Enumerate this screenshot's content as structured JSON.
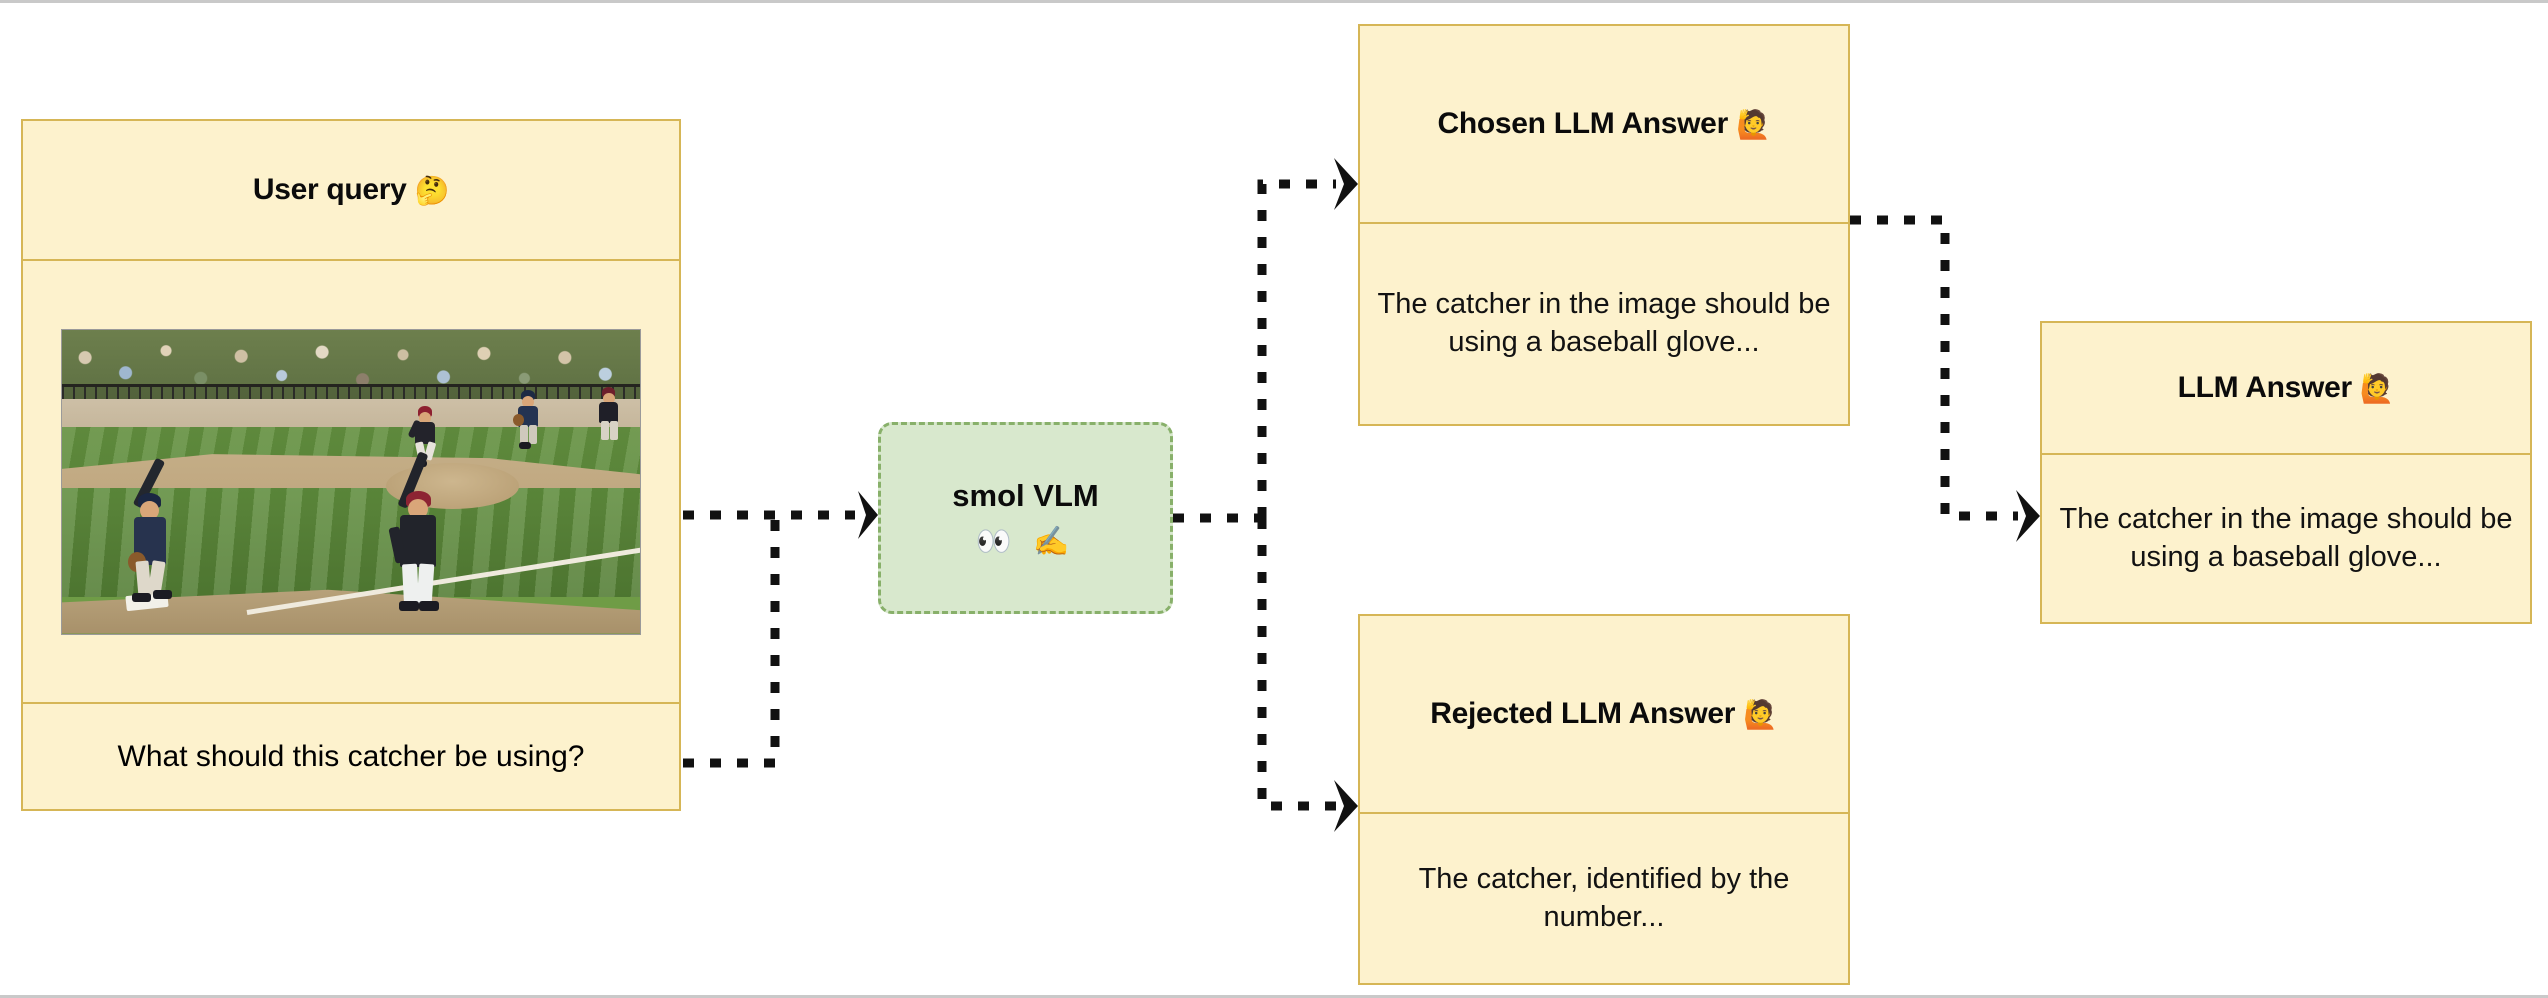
{
  "diagram": {
    "title": "VLM preference-pair generation flow",
    "colors": {
      "node_fill": "#fdf2cd",
      "node_border": "#d6b656",
      "model_fill": "#d8e8cd",
      "model_border": "#88b06a",
      "connector": "#111111",
      "canvas": "#ffffff"
    },
    "nodes": {
      "user_query": {
        "title": "User query",
        "title_emoji": "🤔",
        "image_alt": "Baseball game photo: players on the field, catcher with raised arm, crowd behind fence",
        "question": "What should this catcher be using?"
      },
      "smol_vlm": {
        "label": "smol VLM",
        "emoji": "👀 ✍️"
      },
      "chosen_answer": {
        "title": "Chosen LLM Answer",
        "title_emoji": "🙋",
        "body": "The catcher in the image should be using a baseball glove..."
      },
      "rejected_answer": {
        "title": "Rejected LLM Answer",
        "title_emoji": "🙋",
        "body": "The catcher, identified by the number..."
      },
      "final_answer": {
        "title": "LLM Answer",
        "title_emoji": "🙋",
        "body": "The catcher in the image should be using a baseball glove..."
      }
    },
    "edges": [
      {
        "from": "user_query.image",
        "to": "smol_vlm",
        "style": "dotted",
        "arrow": true
      },
      {
        "from": "user_query.question",
        "to": "smol_vlm",
        "style": "dotted",
        "arrow": true
      },
      {
        "from": "smol_vlm",
        "to": "chosen_answer",
        "style": "dotted",
        "arrow": true
      },
      {
        "from": "smol_vlm",
        "to": "rejected_answer",
        "style": "dotted",
        "arrow": true
      },
      {
        "from": "chosen_answer",
        "to": "final_answer",
        "style": "dotted",
        "arrow": true
      }
    ]
  }
}
